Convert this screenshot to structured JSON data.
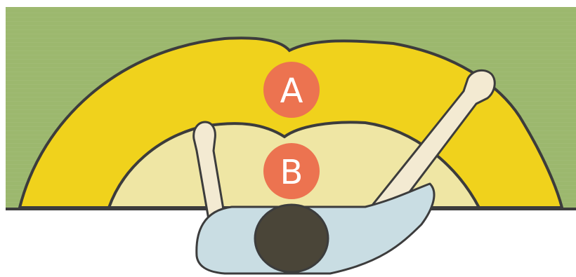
{
  "diagram": {
    "zones": [
      {
        "id": "A",
        "label": "A",
        "color": "#f0d21c"
      },
      {
        "id": "B",
        "label": "B",
        "color": "#efe6a4"
      }
    ],
    "colors": {
      "background": "#9cb86e",
      "outline": "#3c3c3c",
      "marker": "#ec7350",
      "skin": "#f3ead2",
      "shirt": "#c9dde3",
      "hair": "#4a4538"
    }
  }
}
